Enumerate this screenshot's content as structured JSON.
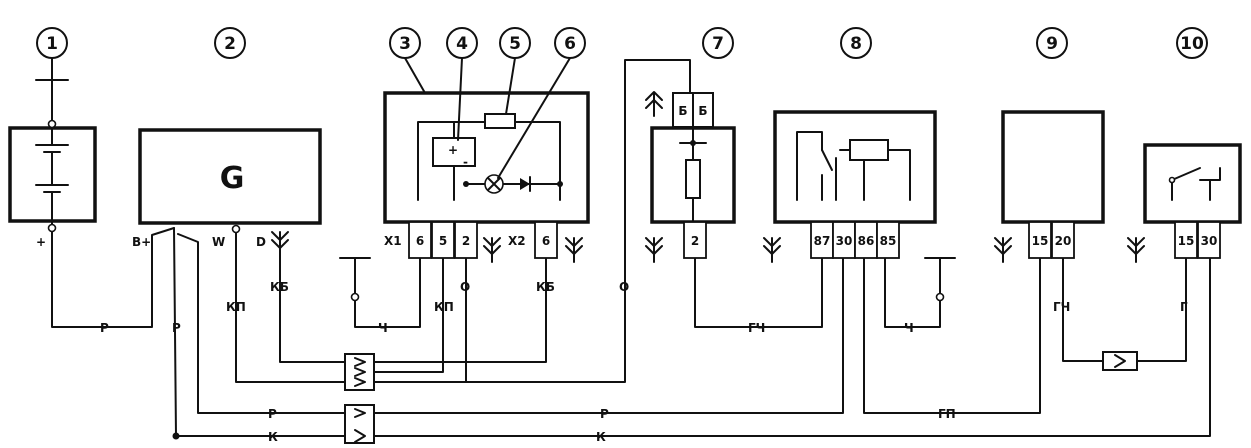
{
  "components": [
    {
      "id": "c1",
      "number": "1"
    },
    {
      "id": "c2",
      "number": "2",
      "symbol": "G"
    },
    {
      "id": "c3",
      "number": "3"
    },
    {
      "id": "c4",
      "number": "4"
    },
    {
      "id": "c5",
      "number": "5"
    },
    {
      "id": "c6",
      "number": "6"
    },
    {
      "id": "c7",
      "number": "7"
    },
    {
      "id": "c8",
      "number": "8"
    },
    {
      "id": "c9",
      "number": "9"
    },
    {
      "id": "c10",
      "number": "10"
    }
  ],
  "terminals": {
    "battery_plus": "+",
    "gen_bplus": "B+",
    "gen_w": "W",
    "gen_d": "D",
    "x1": "X1",
    "x2": "X2"
  },
  "pins": {
    "c3_x1": [
      "6",
      "5",
      "2"
    ],
    "c3_x2": [
      "6"
    ],
    "c3_minus": "-",
    "c3_plus": "+",
    "c7_top": [
      "Б",
      "Б"
    ],
    "c7_bottom": [
      "2"
    ],
    "c8": [
      "87",
      "30",
      "86",
      "85"
    ],
    "c9": [
      "15",
      "20"
    ],
    "c10": [
      "15",
      "30"
    ]
  },
  "wire_labels": {
    "p_battery": "Р",
    "p_gen_vertical": "Р",
    "kp_gen": "КП",
    "kb_gen": "КБ",
    "ch_ground_left": "Ч",
    "kp_lamp": "КП",
    "o_lamp": "О",
    "kb_x2": "КБ",
    "o_fuse": "О",
    "gch_fuse": "ГЧ",
    "ch_ground_right": "Ч",
    "gch_c9": "ГЧ",
    "g_c10": "Г",
    "p_bus_left": "Р",
    "p_bus_right": "Р",
    "gp_bus": "ГП",
    "k_bus_left": "К",
    "k_bus_right": "К"
  }
}
